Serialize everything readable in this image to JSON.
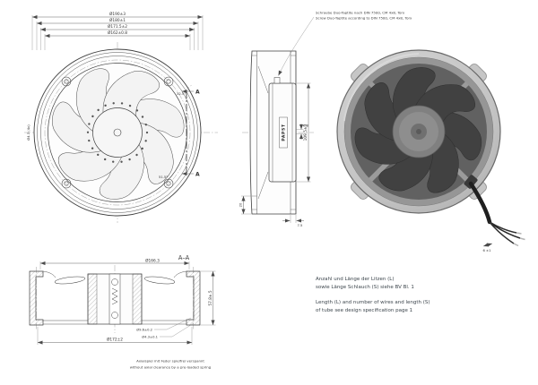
{
  "front_view": {
    "dim_d190": "Ø190±3",
    "dim_d180": "Ø180±1",
    "dim_d171": "Ø171.5±2",
    "dim_d162": "Ø162±0.8",
    "dim_holes": "Ø4.3 (4x)",
    "angle_1": "32.5°",
    "angle_2": "51.5°",
    "section_letter": "A"
  },
  "side_view": {
    "brand": "PAPST",
    "dim_height": "109.5±3",
    "dim_gap": "0.8",
    "dim_flange": "7.5",
    "dim_depth20": "20",
    "screw_note_de": "Schraube Duo-Taptite nach DIN 7500, CM 4x8, Torx",
    "screw_note_en": "Screw Duo-Taptite according to DIN 7500, CM 4x8, Torx"
  },
  "photo_view": {
    "wire_dim": "6 ±1"
  },
  "section_view": {
    "title": "A–A",
    "dim_d166": "Ø166.3",
    "dim_depth": "57.8±.5",
    "dim_d96": "Ø9.6±0.2",
    "dim_d43": "Ø4.3±0.1",
    "dim_d172": "Ø172±2",
    "note_de": "Axialspiel mit Feder spielfrei verspannt",
    "note_en": "without axial clearance by a pre-loaded spring"
  },
  "wire_note": {
    "de1": "Anzahl und Länge der Litzen (L)",
    "de2": "sowie Länge Schlauch (S) siehe BV Bl. 1",
    "en1": "Length (L) and number of wires and length (S)",
    "en2": "of tube see design specification page 1"
  }
}
